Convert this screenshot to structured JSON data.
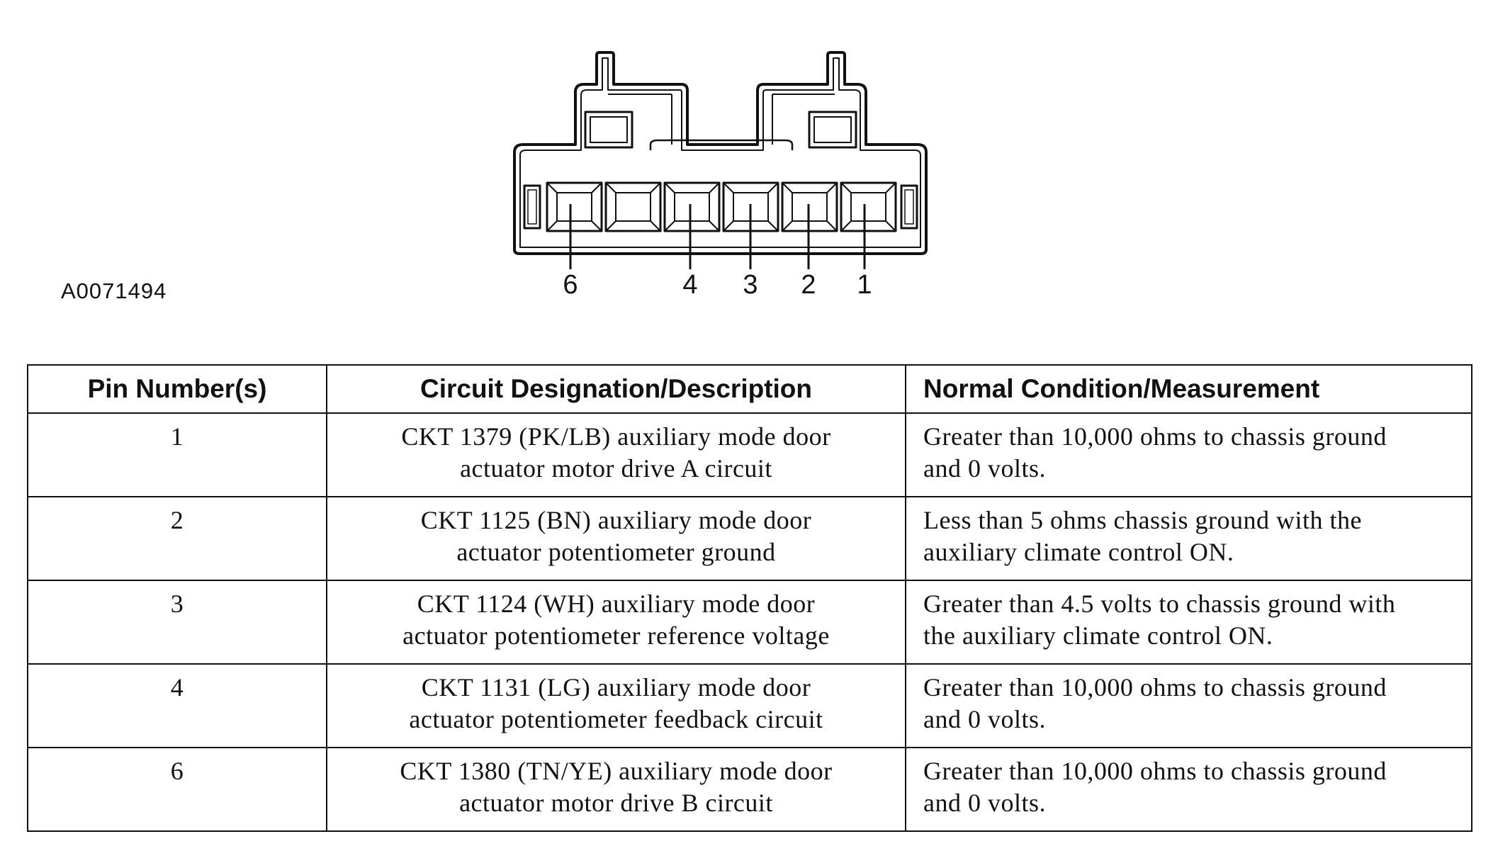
{
  "figure_id": "A0071494",
  "connector": {
    "pin_labels": [
      "6",
      "4",
      "3",
      "2",
      "1"
    ]
  },
  "table": {
    "headers": {
      "pin": "Pin Number(s)",
      "description": "Circuit Designation/Description",
      "condition": "Normal Condition/Measurement"
    },
    "rows": [
      {
        "pin": "1",
        "description_line1": "CKT 1379 (PK/LB) auxiliary mode door",
        "description_line2": "actuator motor drive A circuit",
        "condition_line1": "Greater than 10,000 ohms to chassis ground",
        "condition_line2": "and 0 volts."
      },
      {
        "pin": "2",
        "description_line1": "CKT 1125 (BN) auxiliary mode door",
        "description_line2": "actuator potentiometer ground",
        "condition_line1": "Less than 5 ohms chassis ground with the",
        "condition_line2": "auxiliary climate control ON."
      },
      {
        "pin": "3",
        "description_line1": "CKT 1124 (WH) auxiliary mode door",
        "description_line2": "actuator potentiometer reference voltage",
        "condition_line1": "Greater than 4.5 volts to chassis ground with",
        "condition_line2": "the auxiliary climate control ON."
      },
      {
        "pin": "4",
        "description_line1": "CKT 1131 (LG) auxiliary mode door",
        "description_line2": "actuator potentiometer feedback circuit",
        "condition_line1": "Greater than 10,000 ohms to chassis ground",
        "condition_line2": "and 0 volts."
      },
      {
        "pin": "6",
        "description_line1": "CKT 1380 (TN/YE) auxiliary mode door",
        "description_line2": "actuator motor drive B circuit",
        "condition_line1": "Greater than 10,000 ohms to chassis ground",
        "condition_line2": "and 0 volts."
      }
    ]
  }
}
